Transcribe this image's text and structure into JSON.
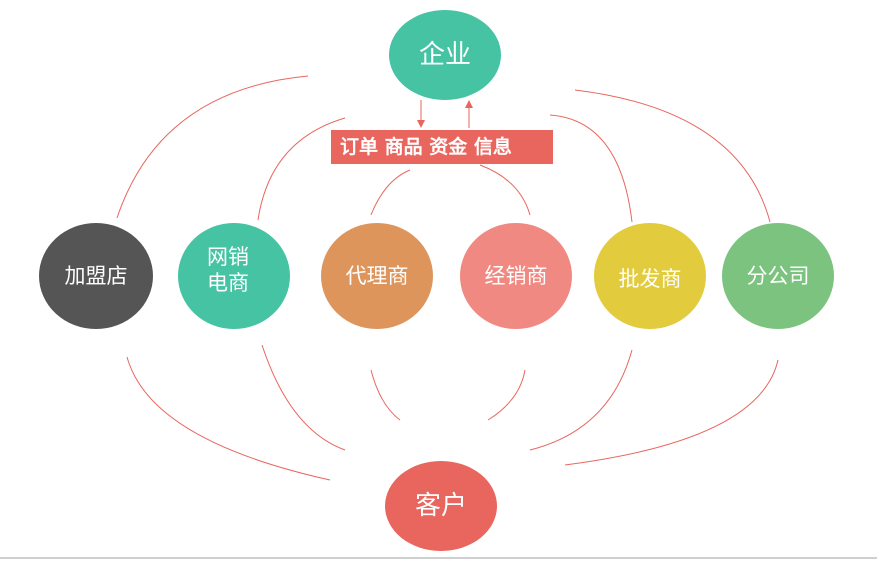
{
  "nodes": {
    "enterprise": {
      "label": "企业",
      "color": "#45c3a3"
    },
    "customer": {
      "label": "客户",
      "color": "#e8665e"
    },
    "franchise": {
      "label": "加盟店",
      "color": "#555555"
    },
    "ecommerce": {
      "label": "网销\n电商",
      "color": "#45c3a3"
    },
    "agent": {
      "label": "代理商",
      "color": "#de955c"
    },
    "distributor": {
      "label": "经销商",
      "color": "#ef8982"
    },
    "wholesaler": {
      "label": "批发商",
      "color": "#e2cc3e"
    },
    "branch": {
      "label": "分公司",
      "color": "#7bc37e"
    }
  },
  "banner": {
    "label": "订单 商品 资金 信息",
    "color": "#e8665e"
  },
  "line_color": "#e8665e"
}
